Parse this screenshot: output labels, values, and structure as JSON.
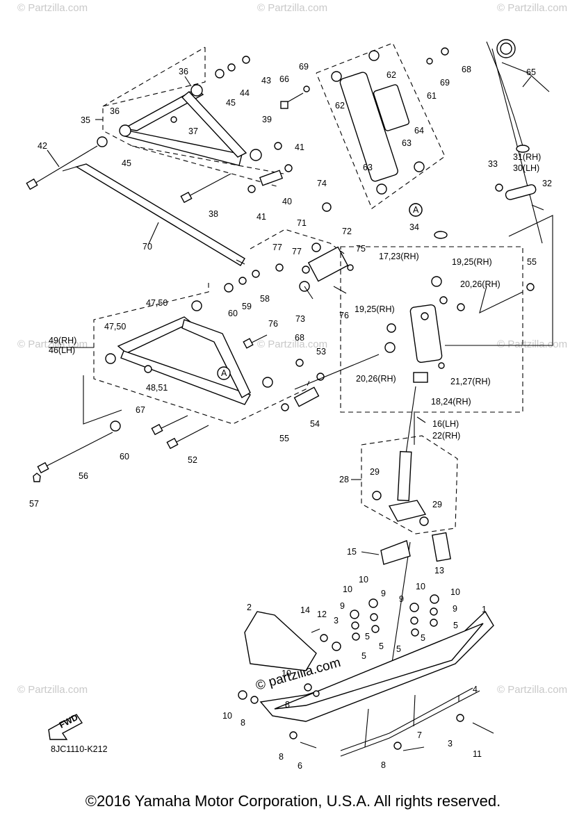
{
  "figure_code": "8JC1110-K212",
  "copyright": "©2016 Yamaha Motor Corporation, U.S.A. All rights reserved.",
  "watermark": "© Partzilla.com",
  "watermark_center": "© partzilla.com",
  "fwd_label": "FWD",
  "callout_letter": "A",
  "labels": {
    "p1": "1",
    "p2": "2",
    "p3a": "3",
    "p3b": "3",
    "p4": "4",
    "p5a": "5",
    "p5b": "5",
    "p5c": "5",
    "p5d": "5",
    "p5e": "5",
    "p5f": "5",
    "p6": "6",
    "p7": "7",
    "p8a": "8",
    "p8b": "8",
    "p8c": "8",
    "p8d": "8",
    "p9a": "9",
    "p9b": "9",
    "p9c": "9",
    "p9d": "9",
    "p10a": "10",
    "p10b": "10",
    "p10c": "10",
    "p10d": "10",
    "p10e": "10",
    "p10f": "10",
    "p11": "11",
    "p12": "12",
    "p13": "13",
    "p14": "14",
    "p15": "15",
    "p16": "16(LH)",
    "p22": "22(RH)",
    "p17": "17,23(RH)",
    "p18": "18,24(RH)",
    "p19a": "19,25(RH)",
    "p19b": "19,25(RH)",
    "p20a": "20,26(RH)",
    "p20b": "20,26(RH)",
    "p21": "21,27(RH)",
    "p28": "28",
    "p29a": "29",
    "p29b": "29",
    "p30": "30(LH)",
    "p31": "31(RH)",
    "p32": "32",
    "p33": "33",
    "p34": "34",
    "p35": "35",
    "p36a": "36",
    "p36b": "36",
    "p37": "37",
    "p38": "38",
    "p39": "39",
    "p40": "40",
    "p41a": "41",
    "p41b": "41",
    "p42": "42",
    "p43": "43",
    "p44": "44",
    "p45a": "45",
    "p45b": "45",
    "p46": "46(LH)",
    "p49": "49(RH)",
    "p4750a": "47,50",
    "p4750b": "47,50",
    "p4851": "48,51",
    "p52": "52",
    "p53": "53",
    "p54": "54",
    "p55a": "55",
    "p55b": "55",
    "p56": "56",
    "p57": "57",
    "p58": "58",
    "p59": "59",
    "p60a": "60",
    "p60b": "60",
    "p61": "61",
    "p62a": "62",
    "p62b": "62",
    "p63a": "63",
    "p63b": "63",
    "p64": "64",
    "p65": "65",
    "p66": "66",
    "p67": "67",
    "p68a": "68",
    "p68b": "68",
    "p69a": "69",
    "p69b": "69",
    "p70": "70",
    "p71": "71",
    "p72": "72",
    "p73": "73",
    "p74": "74",
    "p75": "75",
    "p76a": "76",
    "p76b": "76",
    "p77a": "77",
    "p77b": "77"
  }
}
